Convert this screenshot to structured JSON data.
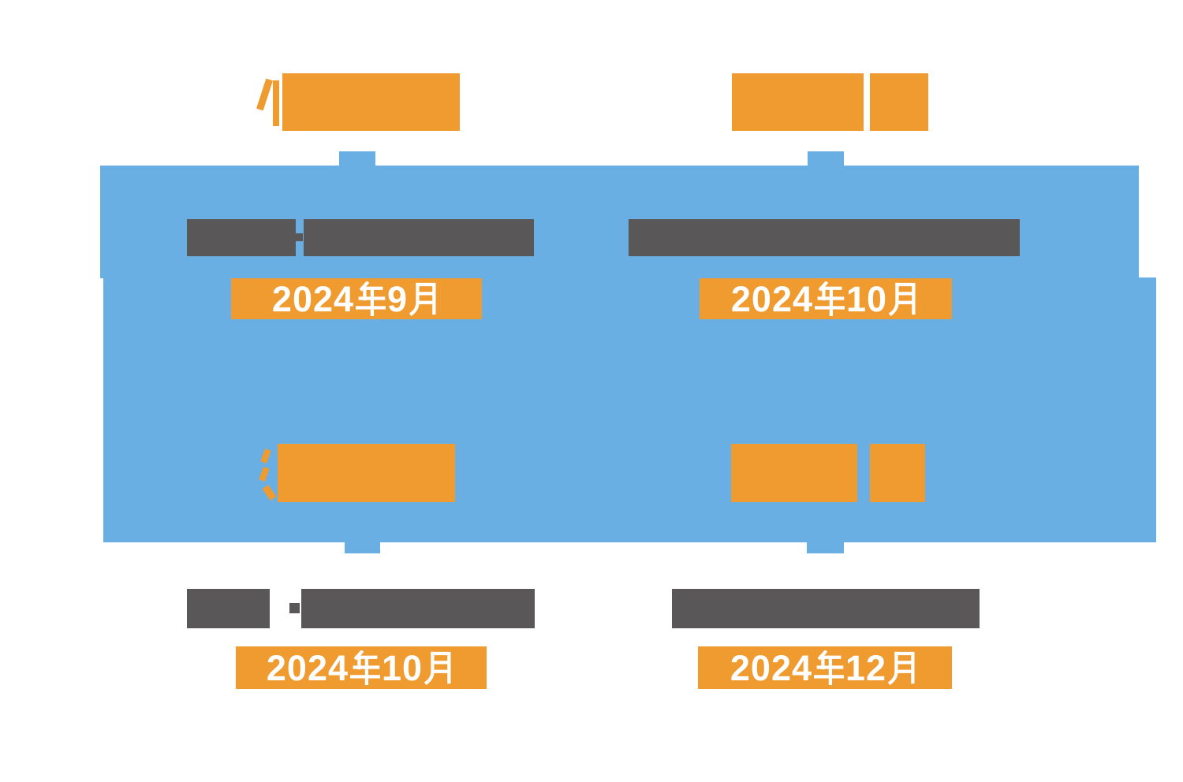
{
  "palette": {
    "panel_blue": "#6AAFE3",
    "accent_orange": "#EF9B30",
    "subtitle_gray": "#595757",
    "badge_text": "#FFFFFF"
  },
  "diagram": {
    "description": "Four-quadrant timeline diagram on one large blue panel; titles (orange) and subtitles (gray) are obscured as solid blocks, only date badges are legible.",
    "titles_obscured": true,
    "subtitles_obscured": true
  },
  "quadrants": [
    {
      "id": "top-left",
      "title_obscured": true,
      "subtitle_obscured": true,
      "subtitle_separator": "-",
      "date": {
        "year": "2024",
        "month": "9",
        "label": "2024年9月"
      }
    },
    {
      "id": "top-right",
      "title_obscured": true,
      "subtitle_obscured": true,
      "subtitle_separator": "",
      "date": {
        "year": "2024",
        "month": "10",
        "label": "2024年10月"
      }
    },
    {
      "id": "bottom-left",
      "title_obscured": true,
      "subtitle_obscured": true,
      "subtitle_separator": "・",
      "date": {
        "year": "2024",
        "month": "10",
        "label": "2024年10月"
      }
    },
    {
      "id": "bottom-right",
      "title_obscured": true,
      "subtitle_obscured": true,
      "subtitle_separator": "",
      "date": {
        "year": "2024",
        "month": "12",
        "label": "2024年12月"
      }
    }
  ]
}
